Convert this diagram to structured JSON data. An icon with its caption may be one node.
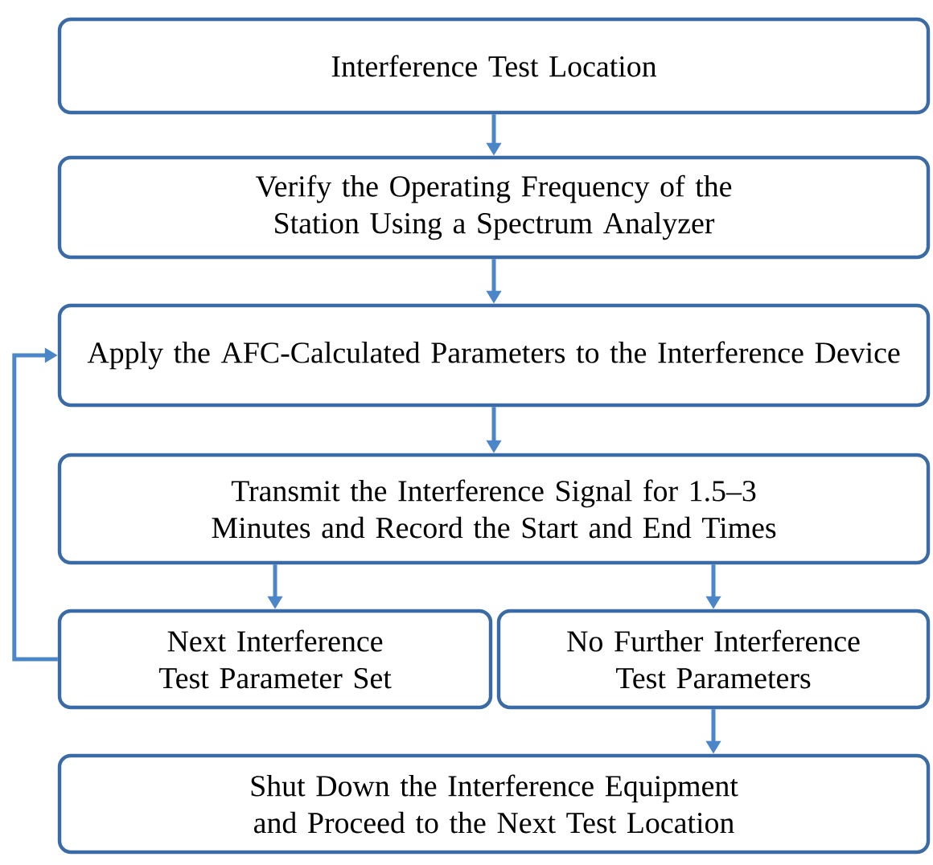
{
  "diagram": {
    "nodes": [
      {
        "text": [
          "Interference Test Location"
        ]
      },
      {
        "text": [
          "Verify the Operating Frequency of the Station Using a Spectrum Analyzer"
        ]
      },
      {
        "text": [
          "Apply the AFC-Calculated Parameters to the Interference Device"
        ]
      },
      {
        "text": [
          "Transmit the Interference Signal for 1.5–3 Minutes and Record the Start and End Times"
        ]
      },
      {
        "text": [
          "Next Interference Test Parameter Set"
        ]
      },
      {
        "text": [
          "No Further Interference Test Parameters"
        ]
      },
      {
        "text": [
          "Shut Down the Interference Equipment and Proceed to the Next Test Location"
        ]
      }
    ],
    "edges": [
      {
        "from": 0,
        "to": 1,
        "arrow": "to"
      },
      {
        "from": 1,
        "to": 2,
        "arrow": "to"
      },
      {
        "from": 2,
        "to": 3,
        "arrow": "to"
      },
      {
        "from": 3,
        "to": 4,
        "arrow": "to"
      },
      {
        "from": 3,
        "to": 5,
        "arrow": "to"
      },
      {
        "from": 5,
        "to": 6,
        "arrow": "to"
      },
      {
        "from": 4,
        "to": 2,
        "arrow": "to"
      }
    ]
  }
}
